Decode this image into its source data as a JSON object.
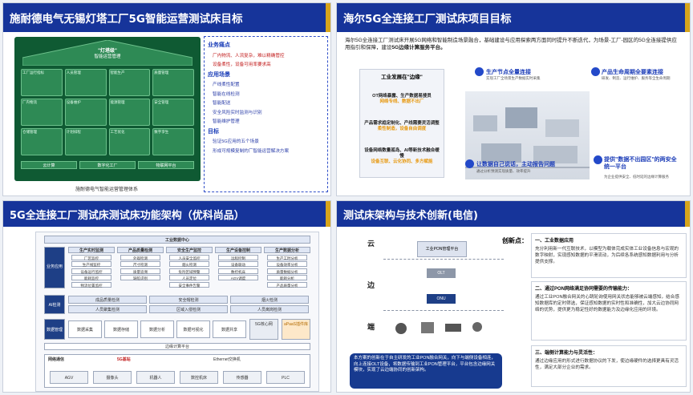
{
  "panel1": {
    "title": "施耐德电气无锡灯塔工厂5G智能运营测试床目标",
    "roof_title": "\"灯塔级\"",
    "roof_subtitle": "智能运营管理",
    "caption": "施耐德电气智能运营管理体系",
    "goals": {
      "pain_heading": "业务痛点",
      "pain_items": [
        "厂内物流、人流复杂，难以精确管控",
        "设备柔性，设备可用率要求高"
      ],
      "app_heading": "应用场景",
      "app_items": [
        "产线柔性配置",
        "智能在线检测",
        "智能配送",
        "安全风险实时监测与识别",
        "智能维护管理"
      ],
      "target_heading": "目标",
      "target_items": [
        "验证5G应用的五个场景",
        "形成可规模复制的厂智能运营解决方案"
      ]
    },
    "factory_cells": [
      "工厂运行指标",
      "人员管理",
      "智能生产",
      "质量管理",
      "厂内物流",
      "设备维护",
      "能源管理",
      "安全管理",
      "仓储管理",
      "计划排程",
      "工艺优化",
      "数字孪生"
    ],
    "bars": [
      "云计算",
      "数字化工厂",
      "物联网平台"
    ]
  },
  "panel2": {
    "title": "海尔5G全连接工厂测试床项目目标",
    "intro": "海尔5G全连接工厂测试床开展5G网络和智能制造场景融合，基础建设与应用探索两方面同时提升不断迭代，为场景-工厂-园区的5G全连接提供应用指引和保障，建设",
    "intro_bold": "5G边缘计算服务平台。",
    "cloud_title": "工业发展在\"边缘\"",
    "cloud_rows": [
      {
        "t": "OT网络暴露、生产数据易搜员",
        "y": "网络专线、数据不出厂"
      },
      {
        "t": "产品需求趋定制化、产线需要灵活调整",
        "y": "柔性制造，设备自由调度"
      },
      {
        "t": "设备网络数量孤岛、AI等新技术融合缓慢",
        "y": "设备互联、云化协同、多方赋能"
      }
    ],
    "labels": [
      "生产节点全量连接",
      "产品生命周期全要素连接",
      "让数据自己说话，主动报告问题",
      "提供\"数据不出园区\"的两安全统一平台"
    ],
    "subs": [
      "实现工厂全场景生产数据实时采集",
      "研发、制造、运行维护、服务等全生命周期",
      "通过分析预测实现质量、效率提升",
      "为企业提供安全、低时延的边缘计算服务"
    ]
  },
  "panel3": {
    "title": "5G全连接工厂测试床测试床功能架构（优科尚品）",
    "data_center": "工业数据中心",
    "business_label": "业务应用",
    "ai_label": "AI检测",
    "data_label": "数据管理",
    "columns": [
      "生产实时监测",
      "产品质量检测",
      "安全生产监控",
      "生产设备控制",
      "生产数据分析"
    ],
    "column_items": [
      [
        "厂区监控",
        "生产线监控",
        "设备运行监控",
        "能耗监控",
        "物流位置监控"
      ],
      [
        "外观检测",
        "尺寸检测",
        "质量追溯",
        "缺陷识别"
      ],
      [
        "人员安全监控",
        "烟火检测",
        "危险区域预警",
        "人员定位",
        "安全事件告警"
      ],
      [
        "远程控制",
        "设备联动",
        "数控机床",
        "AGV调度"
      ],
      [
        "生产工时分析",
        "设备效率分析",
        "质量数据分析",
        "能耗分析",
        "产品质量分析"
      ]
    ],
    "ai_items": [
      "成品质量检测",
      "安全帽检测",
      "烟火检测",
      "人员聚集检测",
      "区域入侵检测",
      "人员离岗检测"
    ],
    "data_items": [
      "数据采集",
      "数据存储",
      "数据分析",
      "数据可视化",
      "数据共享"
    ],
    "core_5g": "5G核心网",
    "apaas": "aPaaS插件库",
    "edge": "边缘计算平台",
    "network_title": "网络通信",
    "base_station": "5G基站",
    "ethernet": "Ethernet交换机",
    "devices": [
      "AGV",
      "摄像头",
      "机器人",
      "数控机床",
      "传感器",
      "PLC"
    ]
  },
  "panel4": {
    "title": "测试床架构与技术创新(电信)",
    "layers": [
      "云",
      "边",
      "端"
    ],
    "edge_box": "工业PON管理平台",
    "olt": "OLT",
    "onu": "ONU",
    "note": "本方案的创新在于自主研发的工业PON融合网关，向下与端侧设备相连，向上连接OLT设备，将数据传输到工业PON管理平台，平台包含边缘网关模块，实现了云边端协同的创新架构。",
    "innov_title": "创新点：",
    "items": [
      {
        "h": "一、工业数据应用",
        "b": "充分利用新一代互联技术，以模型为载体完成实体工业设备信息与宏观的数字映射，实现感知数据的平滑流动，为后续各系统感知数据利用与分析提供支撑。",
        "red": false
      },
      {
        "h": "二、通过PON网络满足协同需要的传输能力：",
        "b": "通过工业PON融合网关的心跳轮询使用网关状态能够被云端感知，结合感知数据库的定时筛选，保证感知数据的实时性和准确性，加大云边协同网络的优势，提供更为稳定性好的数据能力及边缘化应用的环境。",
        "red": false
      },
      {
        "h": "三、端侧计算能力与灵活性：",
        "b": "通过边缘应用的形式进行数据协议的下发，使边缘硬件的选择更具有灵活性，满足大部分企业的需求。",
        "red": false
      }
    ]
  }
}
